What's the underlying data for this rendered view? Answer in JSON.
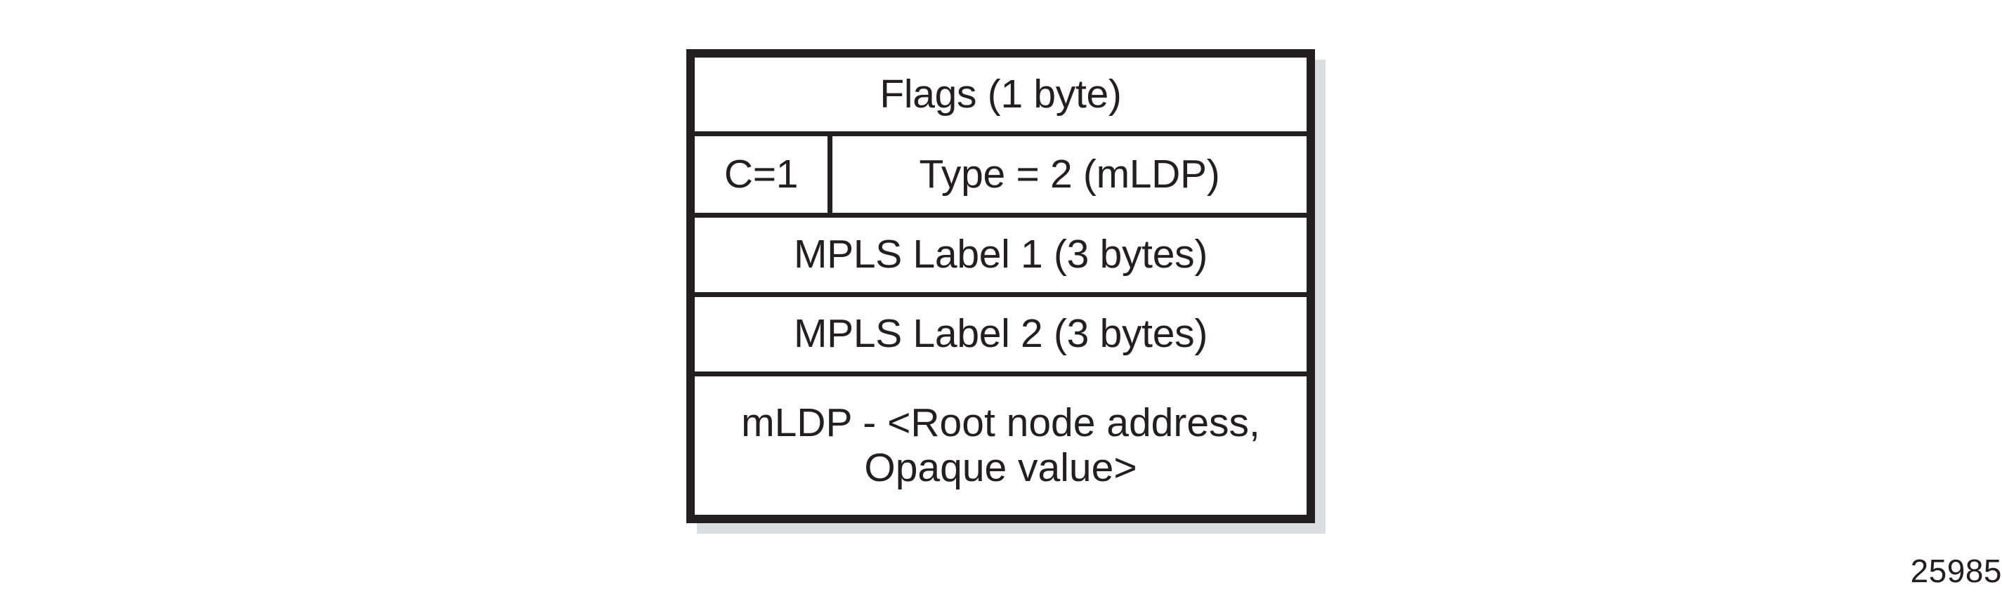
{
  "figure": {
    "id_label": "25985",
    "kind": "packet-format-diagram",
    "colors": {
      "ink": "#231f20",
      "background": "#ffffff",
      "shadow": "#dcdddf"
    }
  },
  "packet_table": {
    "rows": [
      {
        "name": "flags",
        "kind": "single",
        "text": "Flags (1 byte)"
      },
      {
        "name": "c-type",
        "kind": "split",
        "left_text": "C=1",
        "right_text": "Type = 2 (mLDP)"
      },
      {
        "name": "mpls-label-1",
        "kind": "single",
        "text": "MPLS Label 1 (3 bytes)"
      },
      {
        "name": "mpls-label-2",
        "kind": "single",
        "text": "MPLS Label 2 (3 bytes)"
      },
      {
        "name": "mldp-fec",
        "kind": "multiline",
        "line1": "mLDP - <Root node address,",
        "line2": "Opaque value>"
      }
    ]
  }
}
